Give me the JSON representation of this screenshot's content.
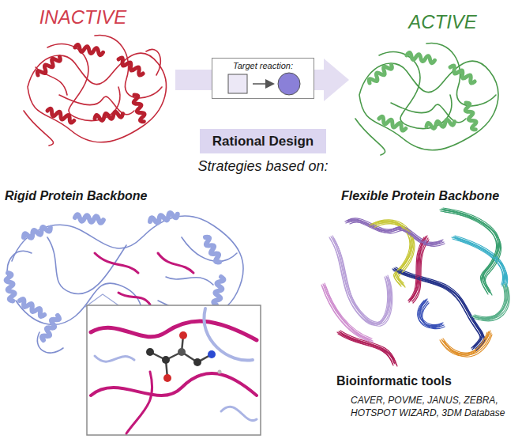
{
  "diagram": {
    "nodes": [
      {
        "text": [
          "Target reaction:"
        ]
      },
      {
        "text": [
          "Rational Design"
        ]
      }
    ],
    "labels": [
      "INACTIVE",
      "ACTIVE",
      "Strategies based on:",
      "Rigid Protein Backbone",
      "Flexible Protein Backbone",
      "Bioinformatic tools",
      "CAVER, POVME, JANUS, ZEBRA, HOTSPOT WIZARD, 3DM Database"
    ]
  }
}
